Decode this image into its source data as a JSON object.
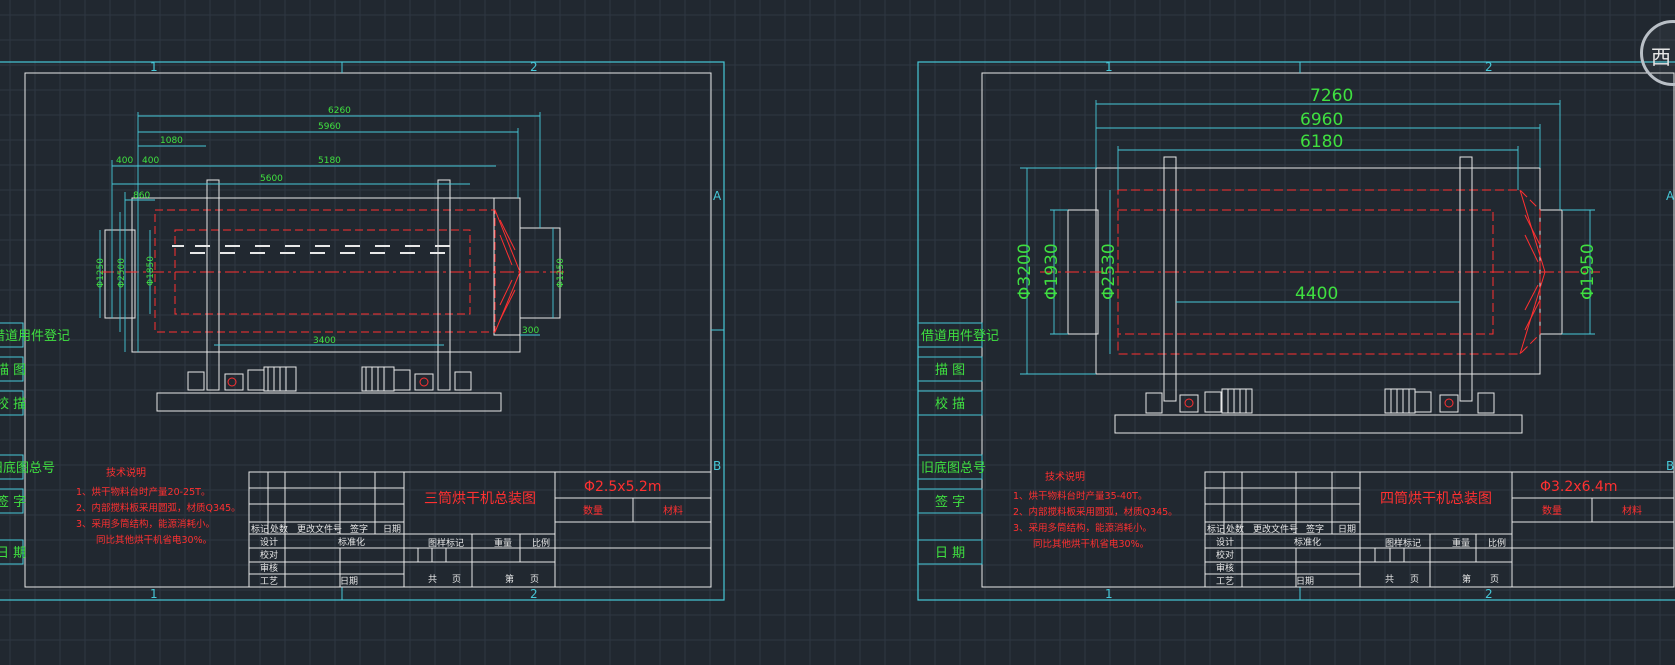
{
  "compass": {
    "label": "西",
    "icon": "viewcube-icon"
  },
  "grid": {
    "color": "#2e3742",
    "major": "#353e4a"
  },
  "colors": {
    "frame": "#46c8d8",
    "dim": "#3fe040",
    "outline": "#e8e8e8",
    "centerline": "#ff3030"
  },
  "sheets": [
    {
      "border_zones": {
        "top": [
          "1",
          "2"
        ],
        "bottom": [
          "1",
          "2"
        ],
        "right": [
          "A",
          "B"
        ]
      },
      "side_labels": [
        "借道用件登记",
        "描 图",
        "校 描",
        "旧底图总号",
        "签 字",
        "日 期"
      ],
      "dimensions": {
        "top": [
          "6260",
          "5960",
          "1080",
          "400",
          "400",
          "5180",
          "5600",
          "860"
        ],
        "left": [
          "Φ1250",
          "Φ2500",
          "Φ1850"
        ],
        "right": [
          "Φ1250"
        ],
        "inner": "3400",
        "step": "300"
      },
      "notes": {
        "title": "技术说明",
        "lines": [
          "1、烘干物料台时产量20-25T。",
          "2、内部搅料板采用圆弧，材质Q345。",
          "3、采用多筒结构，能源消耗小。",
          "同比其他烘干机省电30%。"
        ]
      },
      "title_block": {
        "drawing_name": "三筒烘干机总装图",
        "spec": "Φ2.5x5.2m",
        "material_hdr": [
          "数量",
          "材料"
        ],
        "rev_hdr": [
          "标记",
          "处数",
          "更改文件号",
          "签字",
          "日期"
        ],
        "rows": [
          "设计",
          "校对",
          "审核",
          "工艺"
        ],
        "stdz": "标准化",
        "date": "日期",
        "sheet_hdr": [
          "图样标记",
          "重量",
          "比例"
        ],
        "pages": [
          "共",
          "页",
          "第",
          "页"
        ]
      }
    },
    {
      "border_zones": {
        "top": [
          "1",
          "2"
        ],
        "bottom": [
          "1",
          "2"
        ],
        "right": [
          "A",
          "B"
        ]
      },
      "side_labels": [
        "借道用件登记",
        "描 图",
        "校 描",
        "旧底图总号",
        "签 字",
        "日 期"
      ],
      "dimensions": {
        "top": [
          "7260",
          "6960",
          "6180"
        ],
        "left": [
          "Φ3200",
          "Φ1930",
          "Φ2530"
        ],
        "right": [
          "Φ1950"
        ],
        "inner": "4400"
      },
      "notes": {
        "title": "技术说明",
        "lines": [
          "1、烘干物料台时产量35-40T。",
          "2、内部搅料板采用圆弧，材质Q345。",
          "3、采用多筒结构，能源消耗小。",
          "同比其他烘干机省电30%。"
        ]
      },
      "title_block": {
        "drawing_name": "四筒烘干机总装图",
        "spec": "Φ3.2x6.4m",
        "material_hdr": [
          "数量",
          "材料"
        ],
        "rev_hdr": [
          "标记",
          "处数",
          "更改文件号",
          "签字",
          "日期"
        ],
        "rows": [
          "设计",
          "校对",
          "审核",
          "工艺"
        ],
        "stdz": "标准化",
        "date": "日期",
        "sheet_hdr": [
          "图样标记",
          "重量",
          "比例"
        ],
        "pages": [
          "共",
          "页",
          "第",
          "页"
        ]
      }
    }
  ]
}
